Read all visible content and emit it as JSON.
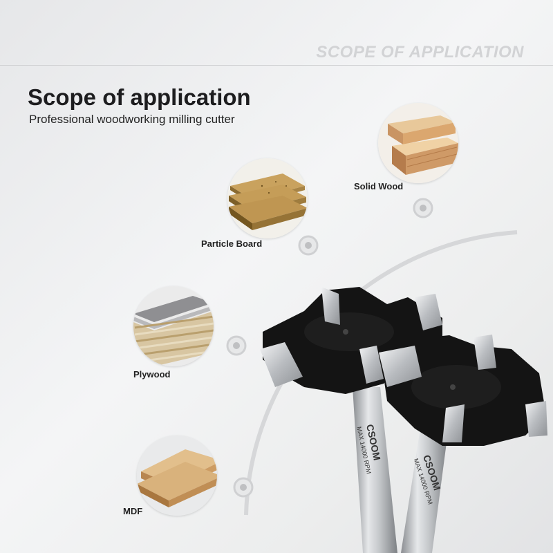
{
  "banner": {
    "text": "SCOPE OF APPLICATION"
  },
  "heading": {
    "title": "Scope of application",
    "subtitle": "Professional woodworking milling cutter"
  },
  "applications": [
    {
      "label": "Solid Wood"
    },
    {
      "label": "Particle Board"
    },
    {
      "label": "Plywood"
    },
    {
      "label": "MDF"
    }
  ],
  "product": {
    "brand": "CSOOM",
    "spec": "MAX 14000 RPM"
  },
  "colors": {
    "title": "#1d1d1f",
    "banner": "#d2d3d5",
    "arc": "#d6d7d9",
    "cutter": "#141414",
    "shank": "#b9bcc0"
  }
}
